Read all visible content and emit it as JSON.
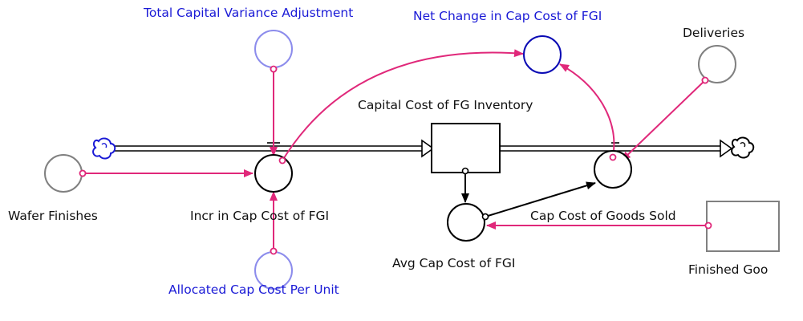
{
  "labels": {
    "total_capital_variance_adjustment": "Total Capital Variance Adjustment",
    "net_change_in_cap_cost_of_fgi": "Net Change in Cap Cost of FGI",
    "deliveries": "Deliveries",
    "capital_cost_of_fg_inventory": "Capital Cost of FG Inventory",
    "wafer_finishes": "Wafer Finishes",
    "incr_in_cap_cost_of_fgi": "Incr in Cap Cost of FGI",
    "cap_cost_of_goods_sold": "Cap Cost of Goods Sold",
    "avg_cap_cost_of_fgi": "Avg Cap Cost of FGI",
    "finished_goods": "Finished Goo",
    "allocated_cap_cost_per_unit": "Allocated Cap Cost Per Unit"
  },
  "colors": {
    "link": "#e0287a",
    "label_blue": "#1a1ad6",
    "shadow_variable": "#808080",
    "input_variable": "#8c8cec"
  }
}
